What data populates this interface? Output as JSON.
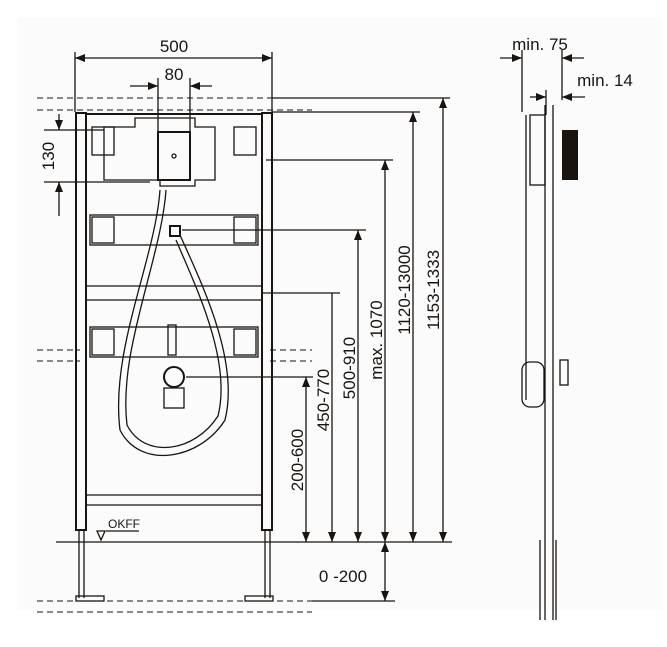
{
  "front_view": {
    "dimensions": {
      "width": "500",
      "valve_width": "80",
      "valve_height": "130",
      "d1": "200-600",
      "d2": "450-770",
      "d3": "500-910",
      "d4": "max. 1070",
      "d5": "1120-13000",
      "d6": "1153-1333",
      "foot": "0 -200"
    },
    "floor_label": "OKFF"
  },
  "side_view": {
    "dimensions": {
      "depth": "min. 75",
      "wall": "min. 14"
    }
  }
}
